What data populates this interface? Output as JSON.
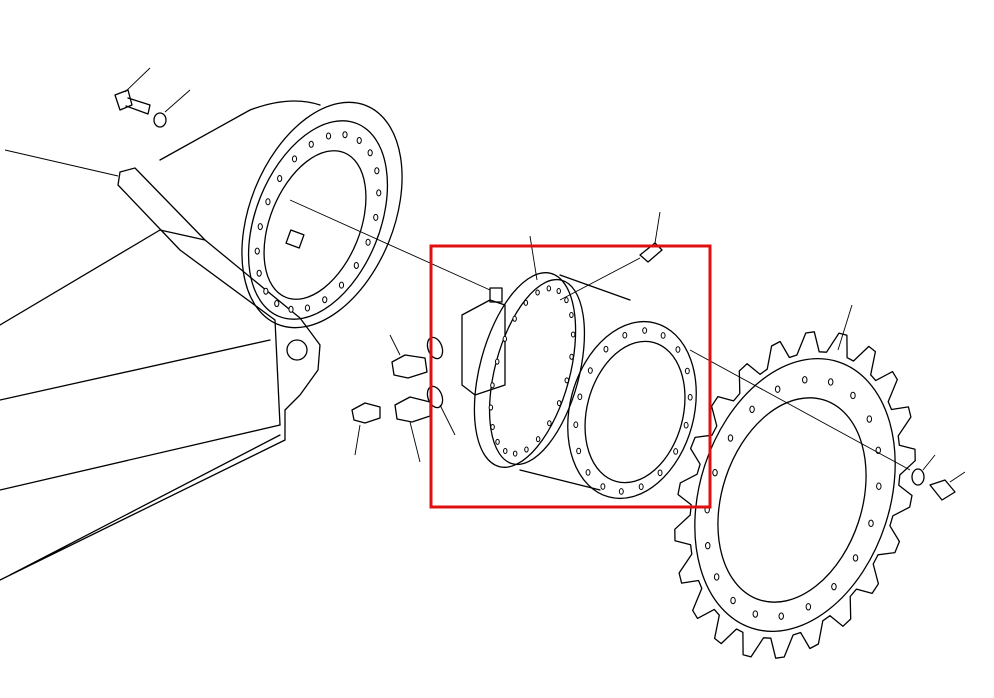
{
  "diagram": {
    "type": "exploded-parts-drawing",
    "line_color": "#000000",
    "background": "#ffffff",
    "highlight": {
      "part": "final-drive-travel-motor",
      "color": "#e01010"
    },
    "parts": [
      "track-frame",
      "frame-mounting-ring",
      "final-drive-travel-motor",
      "sprocket",
      "mounting-bolt",
      "washer",
      "hose-fittings",
      "o-rings"
    ]
  }
}
